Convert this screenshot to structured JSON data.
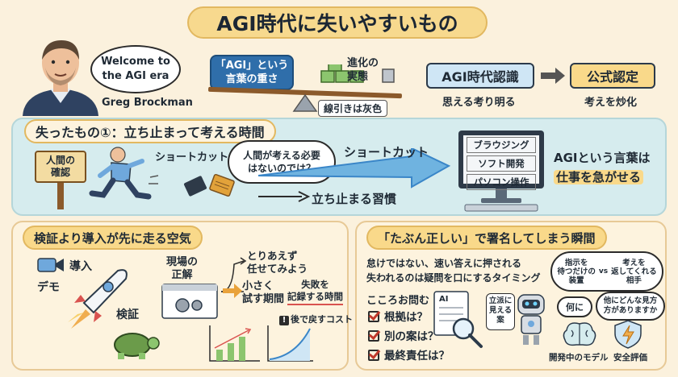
{
  "title": "AGI時代に失いやすいもの",
  "header": {
    "speech": [
      "Welcome to",
      "the AGI era"
    ],
    "person_name": "Greg Brockman",
    "seesaw_left": [
      "「AGI」という",
      "言葉の重さ"
    ],
    "seesaw_right": [
      "進化の",
      "実態"
    ],
    "seesaw_caption": "線引きは灰色",
    "flow_left": "AGI時代認識",
    "flow_left_caption": "思える考り明る",
    "flow_right": "公式認定",
    "flow_right_caption": "考えを炒化"
  },
  "section1": {
    "title": "失ったもの①：立ち止まって考える時間",
    "signpost": [
      "人間の",
      "確認"
    ],
    "shortcut_small": "ショートカット",
    "thought": [
      "人間が考える必要",
      "はないのでは？"
    ],
    "shortcut_big": "ショートカット",
    "stop_habit": "立ち止まる習慣",
    "monitor_items": [
      "ブラウジング",
      "ソフト開発",
      "パソコン操作"
    ],
    "conclusion": [
      "AGIという言葉は",
      "仕事を急がせる"
    ]
  },
  "section2": {
    "title": "検証より導入が先に走る空気",
    "intro_label": "導入",
    "demo_label": "デモ",
    "verify_label": "検証",
    "field_answer": [
      "現場の",
      "正解"
    ],
    "try_first": [
      "とりあえず",
      "任せてみよう"
    ],
    "small_trial": [
      "小さく",
      "試す期間"
    ],
    "record_fail": [
      "失敗を",
      "記録する時間"
    ],
    "warning": "後で戻すコスト"
  },
  "section3": {
    "title": "「たぶん正しい」で署名してしまう瞬間",
    "line1": "怠けではない、速い答えに押される",
    "line2": "失われるのは疑問を口にするタイミング",
    "mind_title": "こころお問む",
    "checks": [
      "根拠は？",
      "別の案は？",
      "最終責任は？"
    ],
    "doc_label": "AI",
    "bubble_robot": [
      "立派に",
      "見える",
      "案"
    ],
    "bubble_compare_left": [
      "指示を",
      "待つだけの",
      "装置"
    ],
    "bubble_vs": "vs",
    "bubble_compare_right": [
      "考えを",
      "返してくれる",
      "相手"
    ],
    "bubble_what": "何に",
    "bubble_other": [
      "他にどんな見方",
      "方がありますか"
    ],
    "label_model": "開発中のモデル",
    "label_safety": "安全評価"
  },
  "colors": {
    "background": "#fbf1dd",
    "panel_blue": "#d6ecee",
    "panel_cream": "#fdf3de",
    "accent_yellow": "#f9d98a",
    "arrow_blue": "#3a86c8",
    "box_blue": "#cfe6f5"
  }
}
